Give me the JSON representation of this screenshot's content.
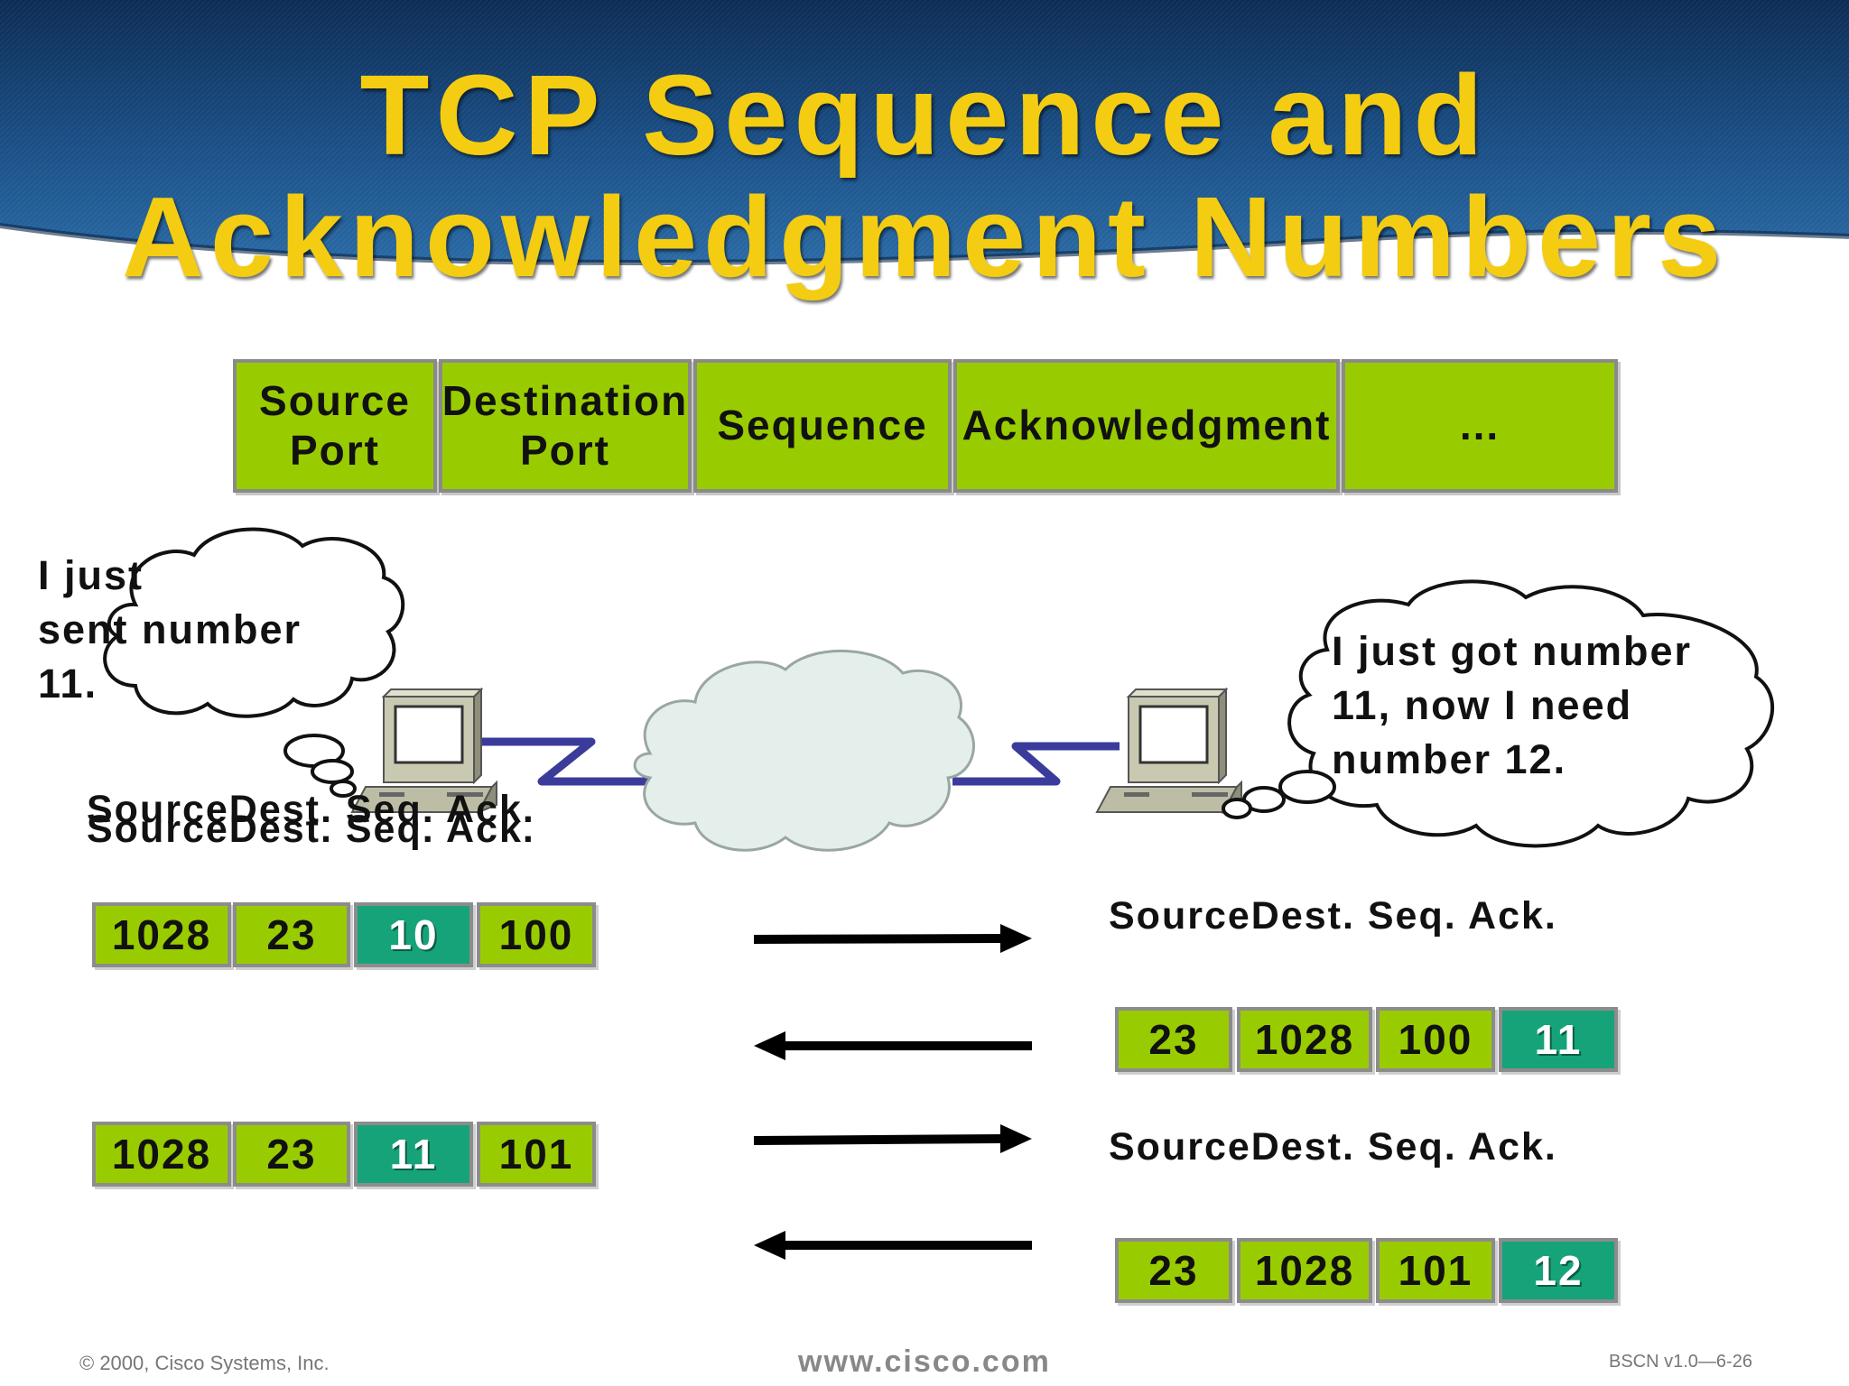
{
  "title": {
    "line1": "TCP Sequence and",
    "line2": "Acknowledgment Numbers"
  },
  "header_fields": [
    "Source Port",
    "Destination Port",
    "Sequence",
    "Acknowledgment",
    "..."
  ],
  "left_host": {
    "thought": "I just\nsent number\n11.",
    "label": "SourceDest. Seq.  Ack."
  },
  "right_host": {
    "thought": "I just got number\n11, now I need\nnumber 12."
  },
  "segments": [
    {
      "side": "left",
      "direction": "right",
      "fields": [
        "1028",
        "23",
        "10",
        "100"
      ],
      "highlight": 2
    },
    {
      "side": "right",
      "direction": "left",
      "fields": [
        "23",
        "1028",
        "100",
        "11"
      ],
      "highlight": 3,
      "label": "SourceDest. Seq.  Ack."
    },
    {
      "side": "left",
      "direction": "right",
      "fields": [
        "1028",
        "23",
        "11",
        "101"
      ],
      "highlight": 2
    },
    {
      "side": "right",
      "direction": "left",
      "fields": [
        "23",
        "1028",
        "101",
        "12"
      ],
      "highlight": 3,
      "label": "SourceDest. Seq.  Ack."
    }
  ],
  "footer": {
    "copyright": "© 2000, Cisco Systems, Inc.",
    "website": "www.cisco.com",
    "slide_id": "BSCN v1.0—6-26"
  },
  "colors": {
    "title": "#f4cc12",
    "banner": "#123f74",
    "field_green": "#99cc00",
    "highlight_teal": "#16a37a",
    "link_blue": "#3a3a9a"
  },
  "icons": [
    "computer-icon",
    "cloud-icon",
    "thought-bubble-icon",
    "arrow-right-icon",
    "arrow-left-icon"
  ]
}
